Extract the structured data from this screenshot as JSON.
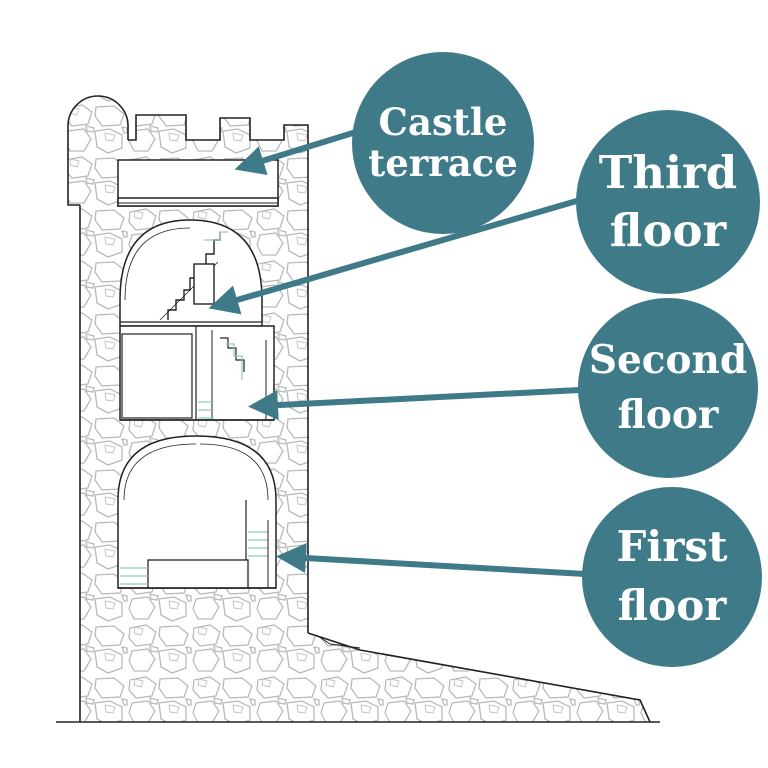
{
  "colors": {
    "callout": "#3e7a87",
    "arrow": "#3e7a87",
    "line": "#222222",
    "stone": "#b9b9b9",
    "stair": "#8fcdb0"
  },
  "callouts": {
    "terrace": {
      "line1": "Castle",
      "line2": "terrace"
    },
    "third": {
      "line1": "Third",
      "line2": "floor"
    },
    "second": {
      "line1": "Second",
      "line2": "floor"
    },
    "first": {
      "line1": "First",
      "line2": "floor"
    }
  }
}
